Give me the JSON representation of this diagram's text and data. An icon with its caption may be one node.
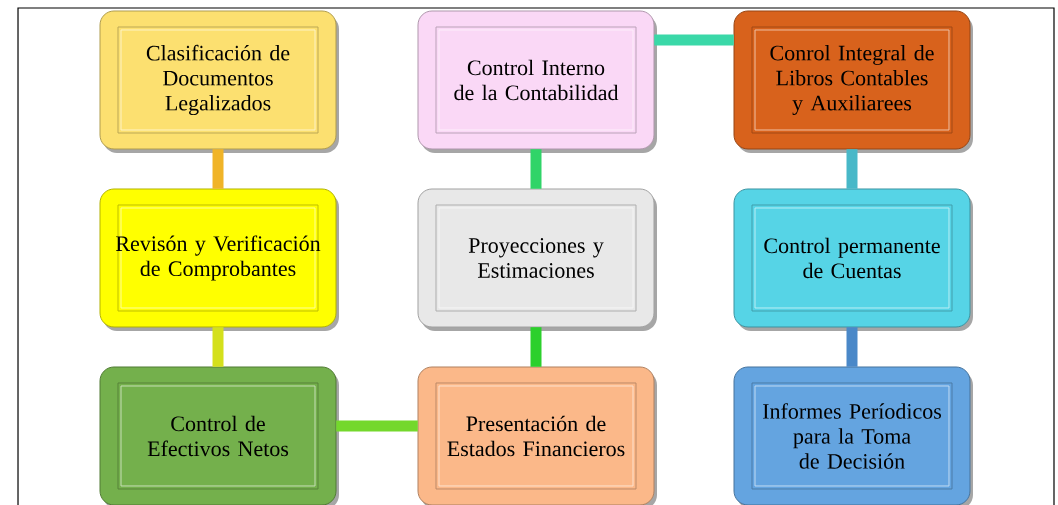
{
  "diagram": {
    "nodes": [
      {
        "text": [
          "Clasificación de Documentos Legalizados"
        ]
      },
      {
        "text": [
          "Control Interno de la Contabilidad"
        ]
      },
      {
        "text": [
          "Conrol Integral de Libros Contables y Auxiliarees"
        ]
      },
      {
        "text": [
          "Revisón y Verificación de Comprobantes"
        ]
      },
      {
        "text": [
          "Proyecciones y Estimaciones"
        ]
      },
      {
        "text": [
          "Control permanente de Cuentas"
        ]
      },
      {
        "text": [
          "Control de Efectivos Netos"
        ]
      },
      {
        "text": [
          "Presentación de Estados Financieros"
        ]
      },
      {
        "text": [
          "Informes Períodicos para la Toma de Decisión"
        ]
      }
    ],
    "edges": [
      {
        "from": 0,
        "to": 3,
        "arrow": "none",
        "color": "#f0b428"
      },
      {
        "from": 3,
        "to": 6,
        "arrow": "none",
        "color": "#d4e01c"
      },
      {
        "from": 6,
        "to": 7,
        "arrow": "none",
        "color": "#74d82c"
      },
      {
        "from": 7,
        "to": 4,
        "arrow": "none",
        "color": "#2cd02c"
      },
      {
        "from": 4,
        "to": 1,
        "arrow": "none",
        "color": "#30d468"
      },
      {
        "from": 1,
        "to": 2,
        "arrow": "none",
        "color": "#3ad8a8"
      },
      {
        "from": 2,
        "to": 5,
        "arrow": "none",
        "color": "#48b8c8"
      },
      {
        "from": 5,
        "to": 8,
        "arrow": "none",
        "color": "#4a88c8"
      }
    ]
  }
}
